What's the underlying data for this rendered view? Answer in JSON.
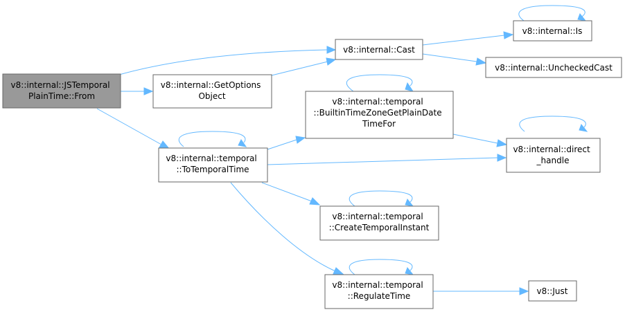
{
  "colors": {
    "edge": "#63b8ff",
    "node_border": "#666666",
    "root_fill": "#999999",
    "node_fill": "#ffffff"
  },
  "nodes": {
    "root": {
      "lines": [
        "v8::internal::JSTemporal",
        "PlainTime::From"
      ]
    },
    "cast": {
      "lines": [
        "v8::internal::Cast"
      ]
    },
    "is": {
      "lines": [
        "v8::internal::Is"
      ]
    },
    "unchecked_cast": {
      "lines": [
        "v8::internal::UncheckedCast"
      ]
    },
    "get_options": {
      "lines": [
        "v8::internal::GetOptions",
        "Object"
      ]
    },
    "builtin_tz": {
      "lines": [
        "v8::internal::temporal",
        "::BuiltinTimeZoneGetPlainDate",
        "TimeFor"
      ]
    },
    "direct_handle": {
      "lines": [
        "v8::internal::direct",
        "_handle"
      ]
    },
    "to_temporal_time": {
      "lines": [
        "v8::internal::temporal",
        "::ToTemporalTime"
      ]
    },
    "create_instant": {
      "lines": [
        "v8::internal::temporal",
        "::CreateTemporalInstant"
      ]
    },
    "regulate_time": {
      "lines": [
        "v8::internal::temporal",
        "::RegulateTime"
      ]
    },
    "just": {
      "lines": [
        "v8::Just"
      ]
    }
  }
}
